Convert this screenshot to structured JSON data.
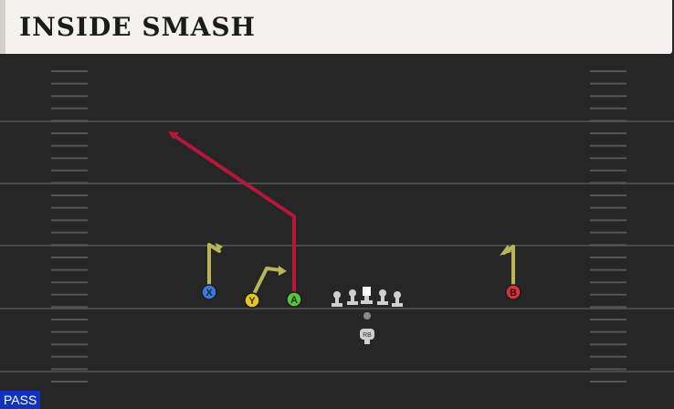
{
  "play": {
    "title": "INSIDE SMASH",
    "type_badge": "PASS"
  },
  "colors": {
    "field": "#262626",
    "yard_line": "#4a4a4a",
    "hash": "#5c5c5c",
    "route_yellow": "#b8b655",
    "route_red": "#b5173a",
    "player_x": "#3b78d8",
    "player_y": "#e8c51f",
    "player_a": "#5cc43c",
    "player_b": "#d8343c"
  },
  "players": {
    "x": {
      "label": "X"
    },
    "y": {
      "label": "Y"
    },
    "a": {
      "label": "A"
    },
    "b": {
      "label": "B"
    },
    "rb": {
      "label": "RB"
    }
  }
}
